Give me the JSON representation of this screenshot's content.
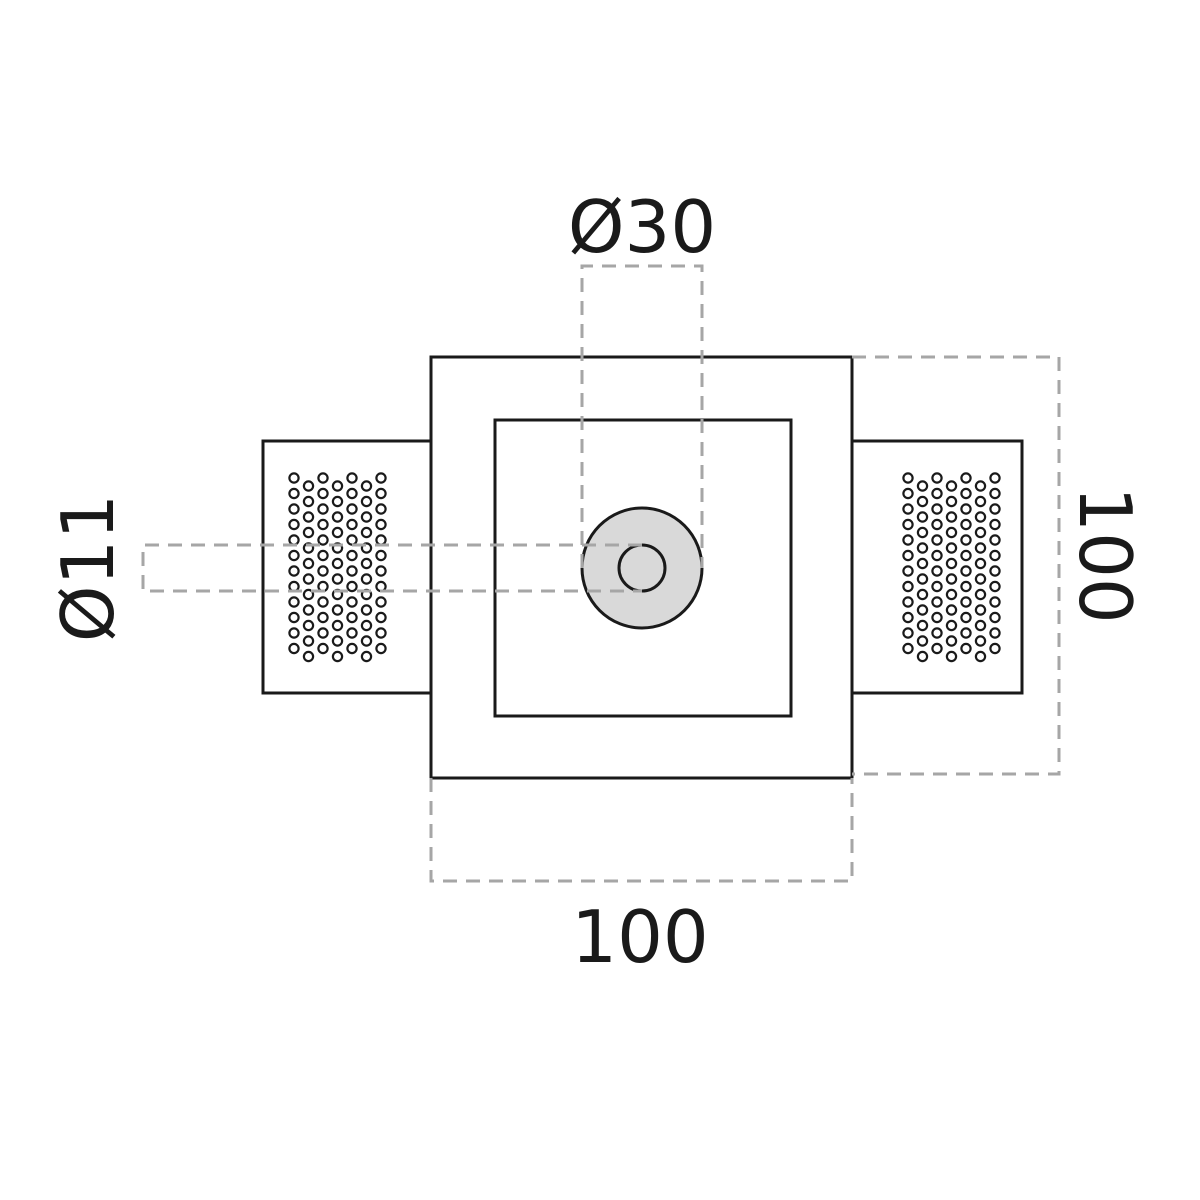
{
  "dimensions": {
    "diameter_outer": "Ø30",
    "diameter_inner": "Ø11",
    "width": "100",
    "height": "100"
  },
  "colors": {
    "outline": "#1a1a1a",
    "dimension_line": "#a6a6a6",
    "lamp_fill": "#d9d9d9"
  }
}
